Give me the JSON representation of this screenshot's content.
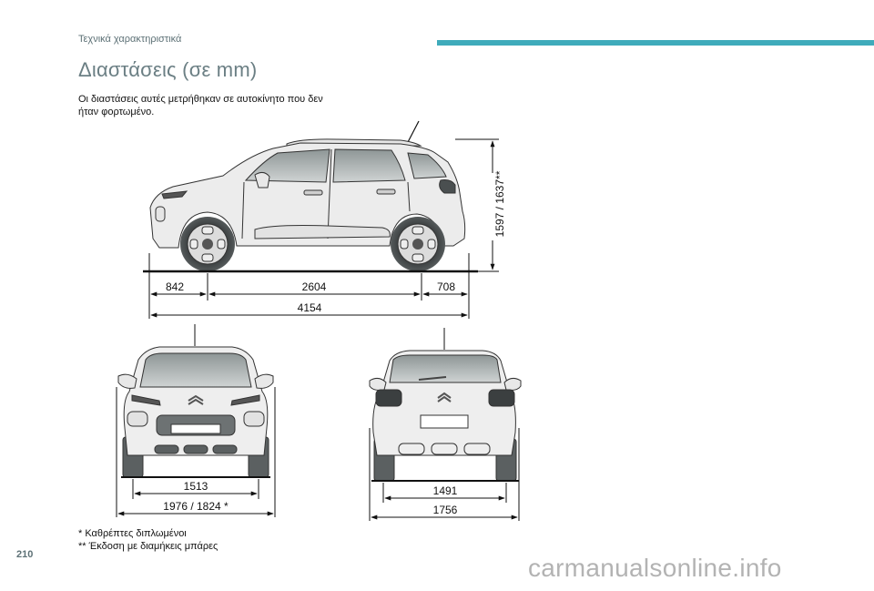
{
  "header": {
    "section_label": "Τεχνικά χαρακτηριστικά",
    "accent_color": "#3fabbb"
  },
  "page": {
    "title": "Διαστάσεις (σε mm)",
    "intro": "Οι διαστάσεις αυτές μετρήθηκαν σε αυτοκίνητο που δεν ήταν φορτωμένο.",
    "page_number": "210"
  },
  "side_view": {
    "front_overhang": "842",
    "wheelbase": "2604",
    "rear_overhang": "708",
    "overall_length": "4154",
    "height": "1597 / 1637**"
  },
  "front_view": {
    "front_track": "1513",
    "overall_width": "1976 / 1824 *"
  },
  "rear_view": {
    "rear_track": "1491",
    "width": "1756"
  },
  "footnotes": [
    "* Καθρέπτες διπλωμένοι",
    "** Έκδοση με διαμήκεις μπάρες"
  ],
  "watermark": "carmanualsonline.info"
}
